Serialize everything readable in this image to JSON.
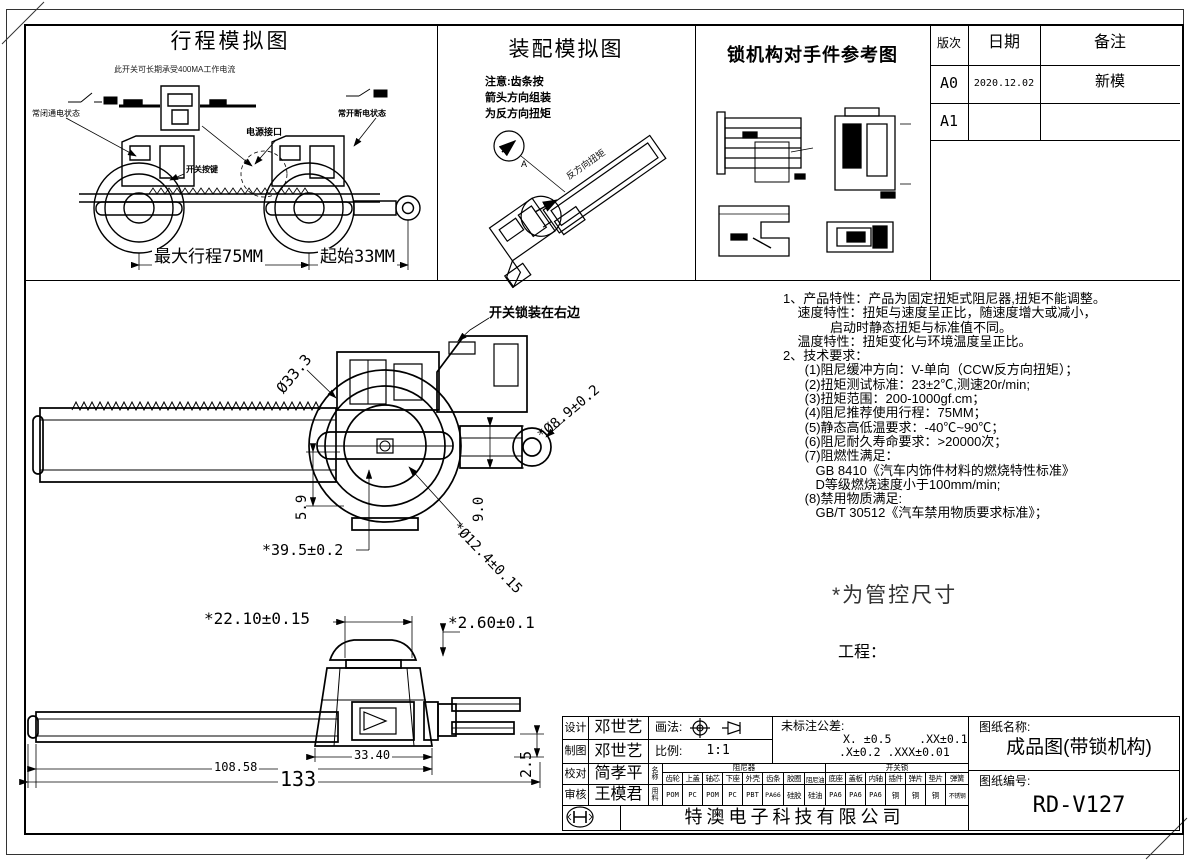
{
  "panels": {
    "travel": {
      "title": "行程模拟图",
      "note": "此开关可长期承受400MA工作电流",
      "label_closed": "常闭通电状态",
      "label_power": "电源接口",
      "label_button": "开关按键",
      "label_open": "常开断电状态",
      "dim_max": "最大行程75MM",
      "dim_start": "起始33MM"
    },
    "assembly": {
      "title": "装配模拟图",
      "note1": "注意:齿条按",
      "note2": "箭头方向组装",
      "note3": "为反方向扭矩",
      "detail_mark": "A",
      "rack_text": "反方向扭矩"
    },
    "lock_ref": {
      "title": "锁机构对手件参考图"
    }
  },
  "revision": {
    "headers": [
      "版次",
      "日期",
      "备注"
    ],
    "rows": [
      {
        "rev": "A0",
        "date": "2020.12.02",
        "note": "新模"
      },
      {
        "rev": "A1",
        "date": "",
        "note": ""
      }
    ]
  },
  "notes": {
    "lines": [
      "1、产品特性：产品为固定扭矩式阻尼器,扭矩不能调整。",
      "    速度特性：扭矩与速度呈正比，随速度增大或减小，",
      "             启动时静态扭矩与标准值不同。",
      "    温度特性：扭矩变化与环境温度呈正比。",
      "2、技术要求：",
      "      (1)阻尼缓冲方向：V-单向（CCW反方向扭矩）；",
      "      (2)扭矩测试标准：23±2℃,测速20r/min;",
      "      (3)扭矩范围：200-1000gf.cm；",
      "      (4)阻尼推荐使用行程：75MM；",
      "      (5)静态高低温要求：-40℃~90℃；",
      "      (6)阻尼耐久寿命要求：>20000次；",
      "      (7)阻燃性满足：",
      "         GB 8410《汽车内饰件材料的燃烧特性标准》",
      "         D等级燃烧速度小于100mm/min;",
      "      (8)禁用物质满足:",
      "         GB/T 30512《汽车禁用物质要求标准》；"
    ],
    "control_note": "*为管控尺寸",
    "project_label": "工程："
  },
  "main_view": {
    "lock_note": "开关锁装在右边",
    "dims": {
      "body_dia": "Ø33.3",
      "eyelet": "*Ø8.9±0.2",
      "arm_h": "9.0",
      "slot_h": "5.9",
      "center_h": "*39.5±0.2",
      "shaft": "*Ø12.4±0.15"
    }
  },
  "bottom_view": {
    "dims": {
      "cap_w": "*22.10±0.15",
      "cap_t": "*2.60±0.1",
      "body_w": "33.40",
      "rack_l": "108.58",
      "total_l": "133",
      "prong": "2.5"
    }
  },
  "title_block": {
    "rows": [
      {
        "label": "设计",
        "name": "邓世艺"
      },
      {
        "label": "制图",
        "name": "邓世艺"
      },
      {
        "label": "校对",
        "name": "简孝平"
      },
      {
        "label": "审核",
        "name": "王模君"
      }
    ],
    "method_label": "画法:",
    "scale_label": "比例:",
    "scale_value": "1:1",
    "tol_title": "未标注公差:",
    "tol_line1": "X. ±0.5    .XX±0.1",
    "tol_line2": ".X±0.2 .XXX±0.01",
    "name_col_header": "名称",
    "material_col_header": "用料",
    "groups": [
      {
        "title": "阻尼器",
        "parts": [
          [
            "齿轮",
            "POM"
          ],
          [
            "上盖",
            "PC"
          ],
          [
            "轴芯",
            "POM"
          ],
          [
            "下座",
            "PC"
          ],
          [
            "外壳",
            "PBT"
          ],
          [
            "齿条",
            "PA66"
          ],
          [
            "胶圈",
            "硅胶"
          ],
          [
            "阻尼油",
            "硅油"
          ]
        ]
      },
      {
        "title": "开关锁",
        "parts": [
          [
            "底座",
            "PA6"
          ],
          [
            "盖板",
            "PA6"
          ],
          [
            "内轴",
            "PA6"
          ],
          [
            "插件",
            "铜"
          ],
          [
            "弹片",
            "铜"
          ],
          [
            "垫片",
            "铜"
          ],
          [
            "弹簧",
            "不锈钢"
          ]
        ]
      }
    ],
    "drawing_name_label": "图纸名称:",
    "drawing_name": "成品图(带锁机构)",
    "drawing_no_label": "图纸编号:",
    "drawing_no": "RD-V127",
    "company": "特澳电子科技有限公司"
  }
}
